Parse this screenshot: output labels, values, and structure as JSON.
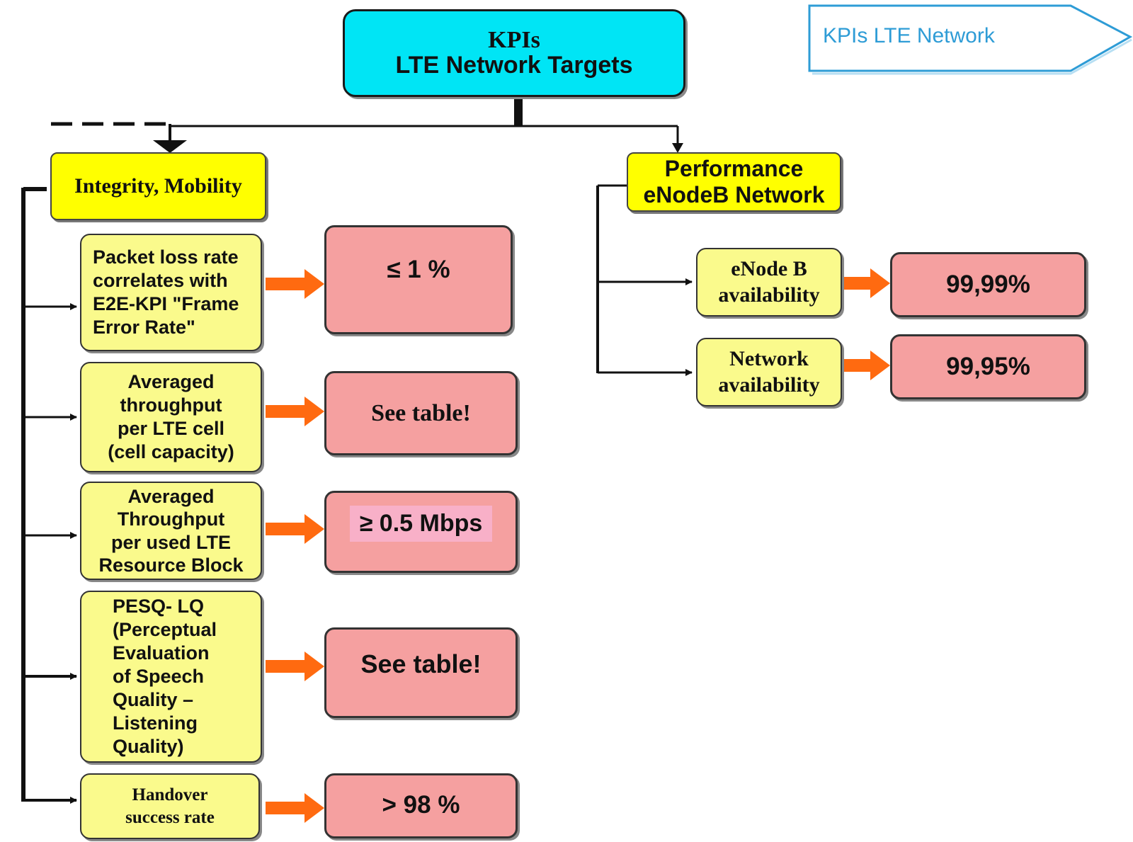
{
  "header": {
    "title_line1": "KPIs",
    "title_line2": "LTE Network Targets",
    "tag": "KPIs LTE Network"
  },
  "left": {
    "heading": "Integrity, Mobility",
    "rows": [
      {
        "kpi": "Packet loss rate\ncorrelates with\nE2E-KPI \"Frame\n Error Rate\"",
        "target": "≤ 1 %"
      },
      {
        "kpi": "Averaged\nthroughput\nper LTE cell\n(cell capacity)",
        "target": "See table!"
      },
      {
        "kpi": "Averaged\nThroughput\nper used LTE\nResource Block",
        "target": "≥  0.5 Mbps"
      },
      {
        "kpi": "PESQ- LQ\n(Perceptual\nEvaluation\nof Speech\nQuality –\nListening\nQuality)",
        "target": "See table!"
      },
      {
        "kpi": "Handover\nsuccess rate",
        "target": "> 98 %"
      }
    ]
  },
  "right": {
    "heading": "Performance\neNodeB Network",
    "rows": [
      {
        "kpi": "eNode B\navailability",
        "target": "99,99%"
      },
      {
        "kpi": "Network\navailability",
        "target": "99,95%"
      }
    ]
  },
  "colors": {
    "title_fill": "#00e5f5",
    "heading_fill": "#ffff00",
    "kpi_fill": "#fafa8c",
    "target_fill": "#f5a0a0",
    "arrow": "#ff6a10"
  }
}
